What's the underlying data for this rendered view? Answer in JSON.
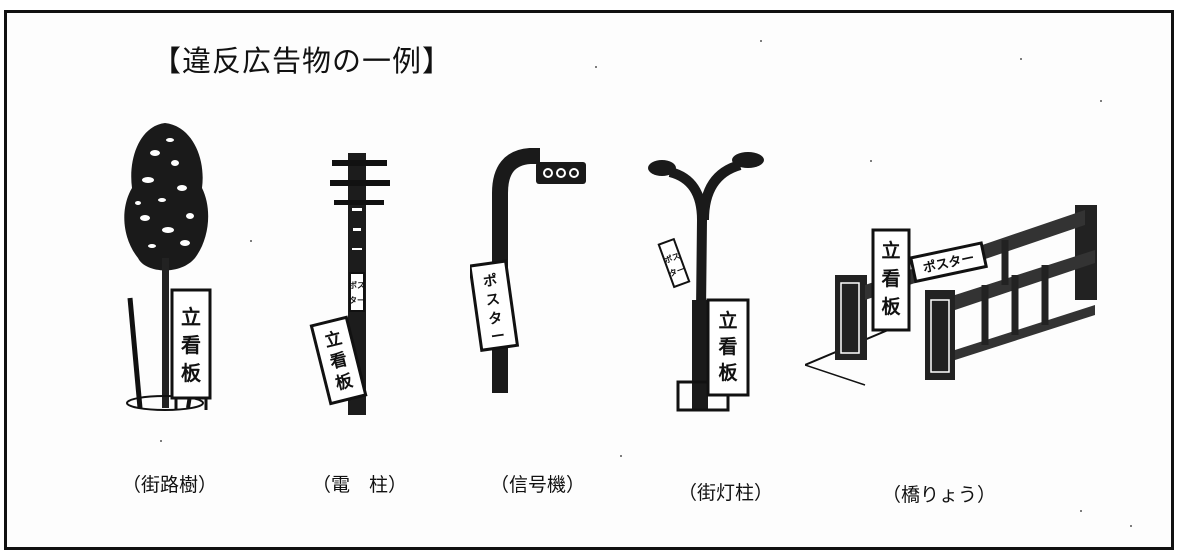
{
  "title": "【違反広告物の一例】",
  "examples": [
    {
      "id": "street-tree",
      "caption": "（街路樹）",
      "sign": "立看板"
    },
    {
      "id": "utility-pole",
      "caption": "（電　柱）",
      "sign": "立看板",
      "tags": [
        "ポスター"
      ]
    },
    {
      "id": "traffic-signal",
      "caption": "（信号機）",
      "tags": [
        "ポスター"
      ]
    },
    {
      "id": "street-lamp",
      "caption": "（街灯柱）",
      "sign": "立看板"
    },
    {
      "id": "bridge",
      "caption": "（橋りょう）",
      "sign": "立看板",
      "tags": [
        "ポスター"
      ]
    }
  ],
  "colors": {
    "ink": "#111111",
    "paper": "#ffffff"
  }
}
